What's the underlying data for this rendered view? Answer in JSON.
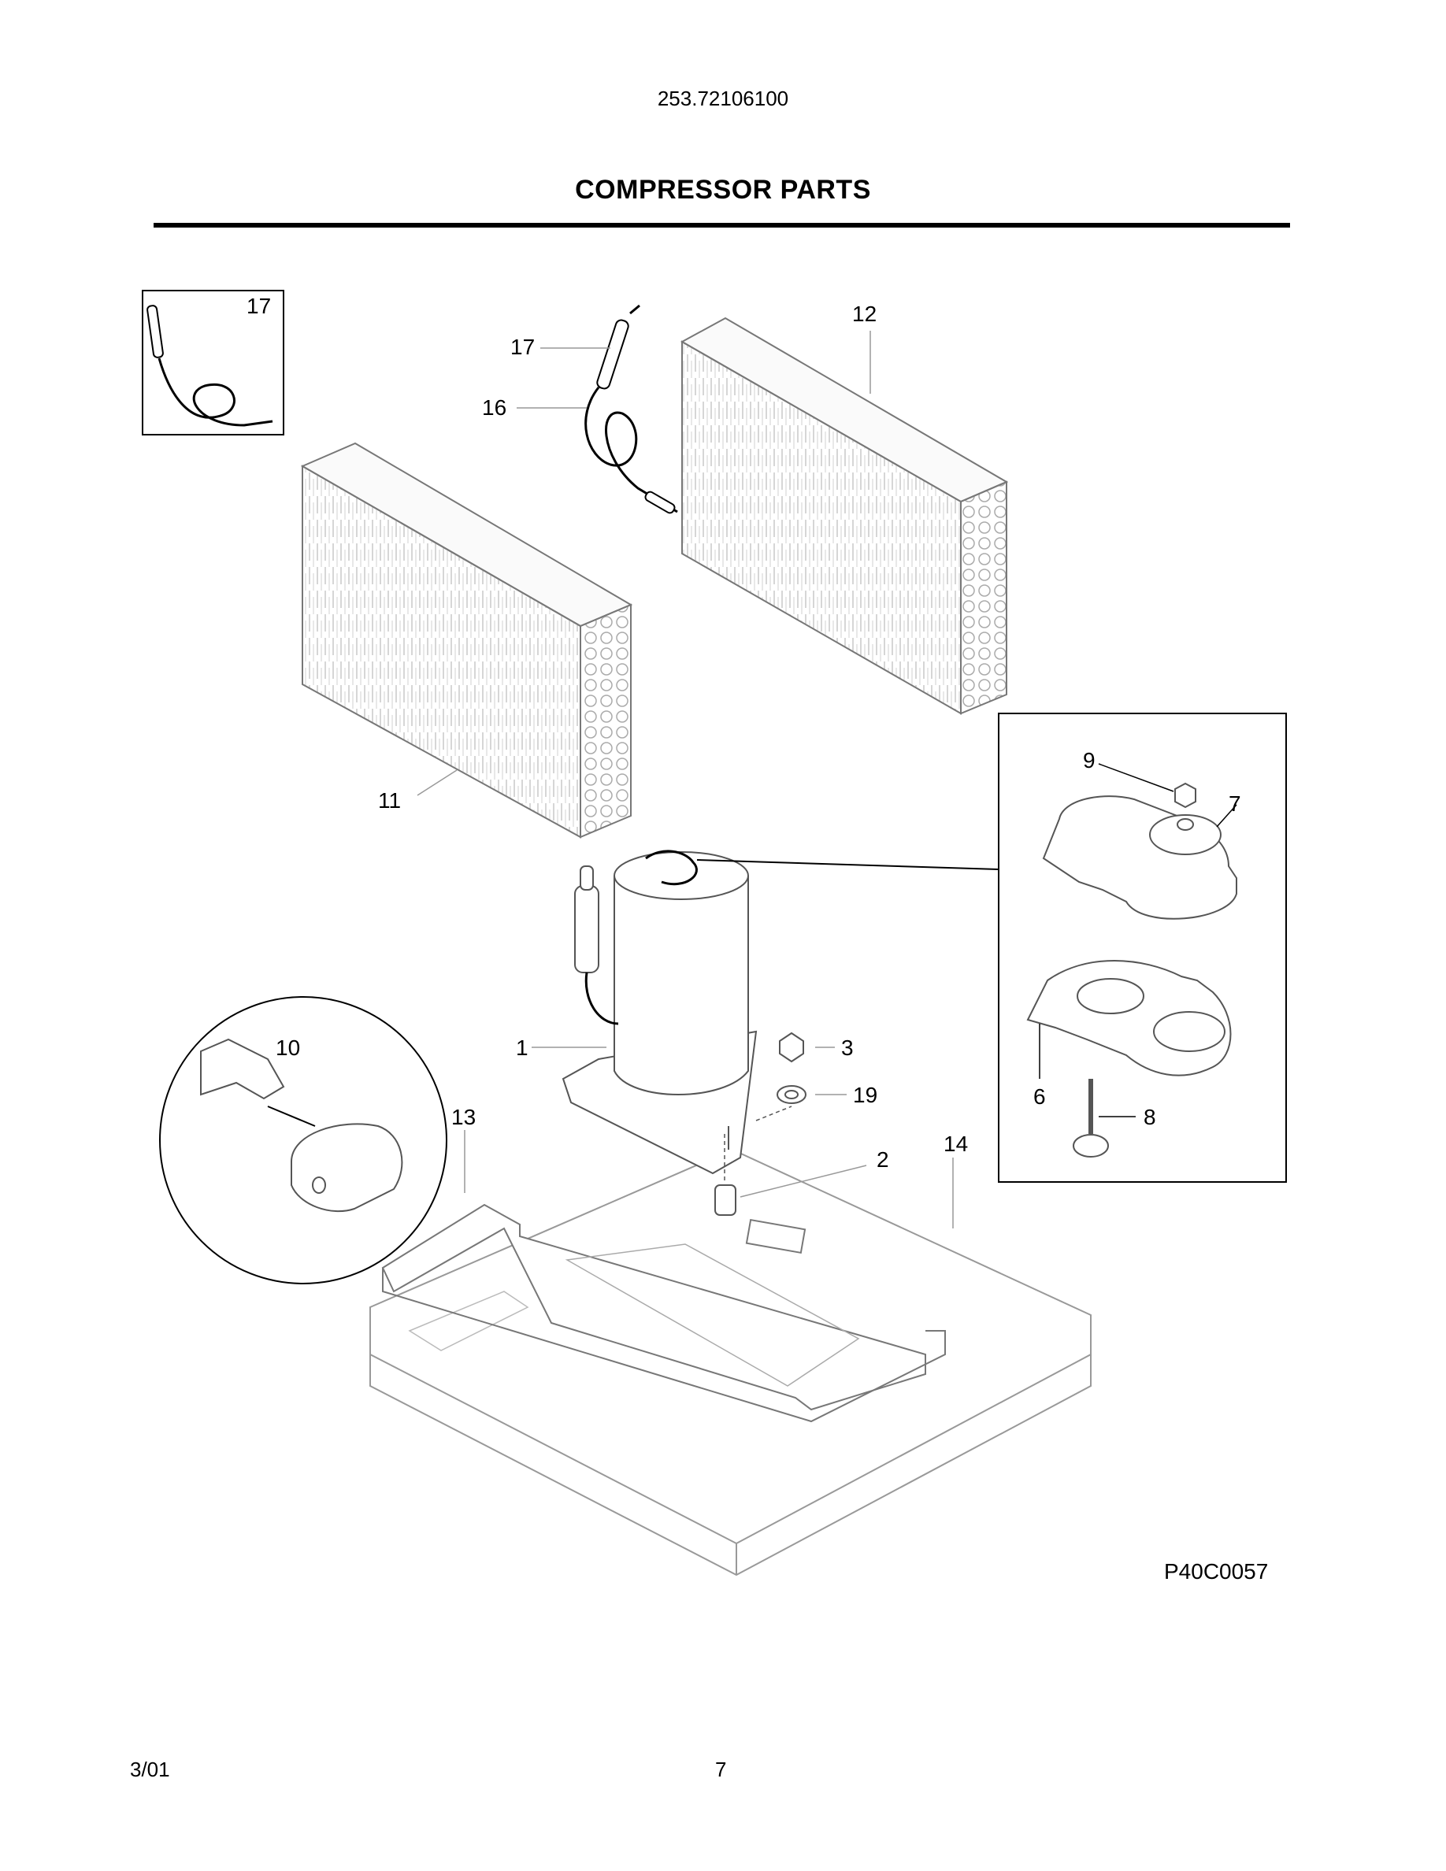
{
  "header": {
    "model_number": "253.72106100",
    "title": "COMPRESSOR PARTS"
  },
  "diagram": {
    "callouts": {
      "c1": "1",
      "c2": "2",
      "c3": "3",
      "c6": "6",
      "c7": "7",
      "c8": "8",
      "c9": "9",
      "c10": "10",
      "c11": "11",
      "c12": "12",
      "c13": "13",
      "c14": "14",
      "c16": "16",
      "c17_inset": "17",
      "c17": "17",
      "c19": "19"
    },
    "drawing_code": "P40C0057"
  },
  "footer": {
    "date": "3/01",
    "page": "7"
  }
}
